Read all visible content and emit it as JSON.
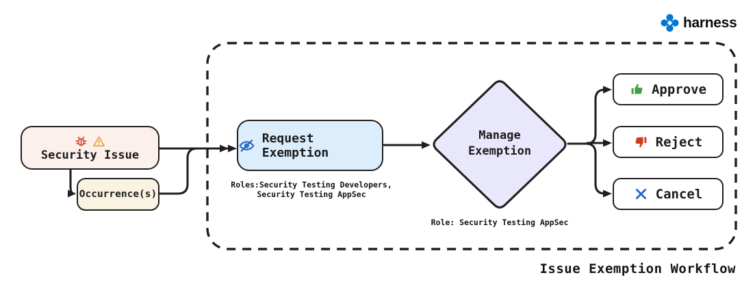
{
  "header": {
    "brand_name": "harness"
  },
  "diagram": {
    "title": "Issue Exemption Workflow",
    "security_issue": {
      "label": "Security Issue"
    },
    "occurrence": {
      "label": "Occurrence(s)"
    },
    "request_exemption": {
      "label": "Request Exemption",
      "roles_note": "Roles:Security Testing Developers,\nSecurity Testing AppSec"
    },
    "manage_exemption": {
      "label": "Manage\nExemption",
      "role_note": "Role: Security Testing AppSec"
    },
    "actions": {
      "approve": "Approve",
      "reject": "Reject",
      "cancel": "Cancel"
    }
  },
  "icons": {
    "security_issue": [
      "bug-icon",
      "warning-icon"
    ],
    "request_exemption": "eye-slash-icon",
    "approve": "thumbs-up-icon",
    "reject": "thumbs-down-icon",
    "cancel": "x-icon",
    "brand": "harness-logo-icon"
  },
  "colors": {
    "stroke": "#1f1f1f",
    "security_issue_bg": "#fcf0ed",
    "occurrence_bg": "#fbf3e2",
    "request_exemption_bg": "#dcedfb",
    "manage_exemption_bg": "#e9e7fb",
    "action_bg": "#ffffff",
    "bug_icon": "#d9482b",
    "warning_icon": "#e8a33d",
    "eye_icon": "#2563c0",
    "approve_icon": "#43a047",
    "reject_icon": "#cb3a21",
    "cancel_icon": "#2962cb",
    "brand_blue": "#0278d5"
  }
}
